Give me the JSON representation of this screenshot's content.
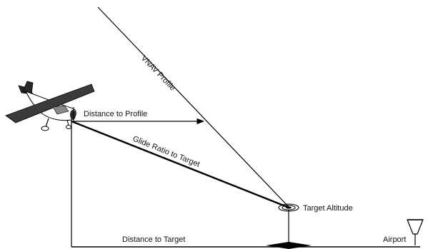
{
  "labels": {
    "vnav_profile": "VNAV Profile",
    "distance_to_profile": "Distance to Profile",
    "glide_ratio_to_target": "Glide Ratio to Target",
    "target_altitude": "Target Altitude",
    "distance_to_target": "Distance to Target",
    "airport": "Airport"
  },
  "colors": {
    "line": "#000000",
    "aircraft_body": "#ffffff",
    "aircraft_accent": "#2a2a2a"
  },
  "icons": {
    "aircraft": "airplane-icon",
    "target": "target-altitude-icon",
    "airport": "airport-beacon-icon"
  }
}
